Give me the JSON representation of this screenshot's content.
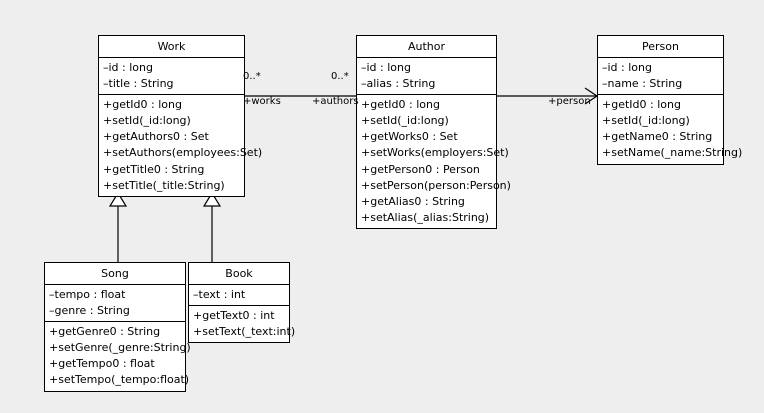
{
  "diagram": {
    "type": "uml-class-diagram",
    "background_color": "#eeeeee",
    "box_fill_color": "#ffffff",
    "line_color": "#000000"
  },
  "classes": {
    "work": {
      "name": "Work",
      "attributes": [
        "–id : long",
        "–title : String"
      ],
      "operations": [
        "+getId0 : long",
        "+setId(_id:long)",
        "+getAuthors0 : Set",
        "+setAuthors(employees:Set)",
        "+getTitle0 : String",
        "+setTitle(_title:String)"
      ]
    },
    "author": {
      "name": "Author",
      "attributes": [
        "–id : long",
        "–alias : String"
      ],
      "operations": [
        "+getId0 : long",
        "+setId(_id:long)",
        "+getWorks0 : Set",
        "+setWorks(employers:Set)",
        "+getPerson0 : Person",
        "+setPerson(person:Person)",
        "+getAlias0 : String",
        "+setAlias(_alias:String)"
      ]
    },
    "person": {
      "name": "Person",
      "attributes": [
        "–id : long",
        "–name : String"
      ],
      "operations": [
        "+getId0 : long",
        "+setId(_id:long)",
        "+getName0 : String",
        "+setName(_name:String)"
      ]
    },
    "song": {
      "name": "Song",
      "attributes": [
        "–tempo : float",
        "–genre : String"
      ],
      "operations": [
        "+getGenre0 : String",
        "+setGenre(_genre:String)",
        "+getTempo0 : float",
        "+setTempo(_tempo:float)"
      ]
    },
    "book": {
      "name": "Book",
      "attributes": [
        "–text : int"
      ],
      "operations": [
        "+getText0 : int",
        "+setText(_text:int)"
      ]
    }
  },
  "associations": {
    "work_author": {
      "source_multiplicity": "0..*",
      "target_multiplicity": "0..*",
      "source_role": "+works",
      "target_role": "+authors"
    },
    "author_person": {
      "target_role": "+person"
    }
  },
  "generalizations": {
    "song_to_work": "generalization",
    "book_to_work": "generalization"
  }
}
